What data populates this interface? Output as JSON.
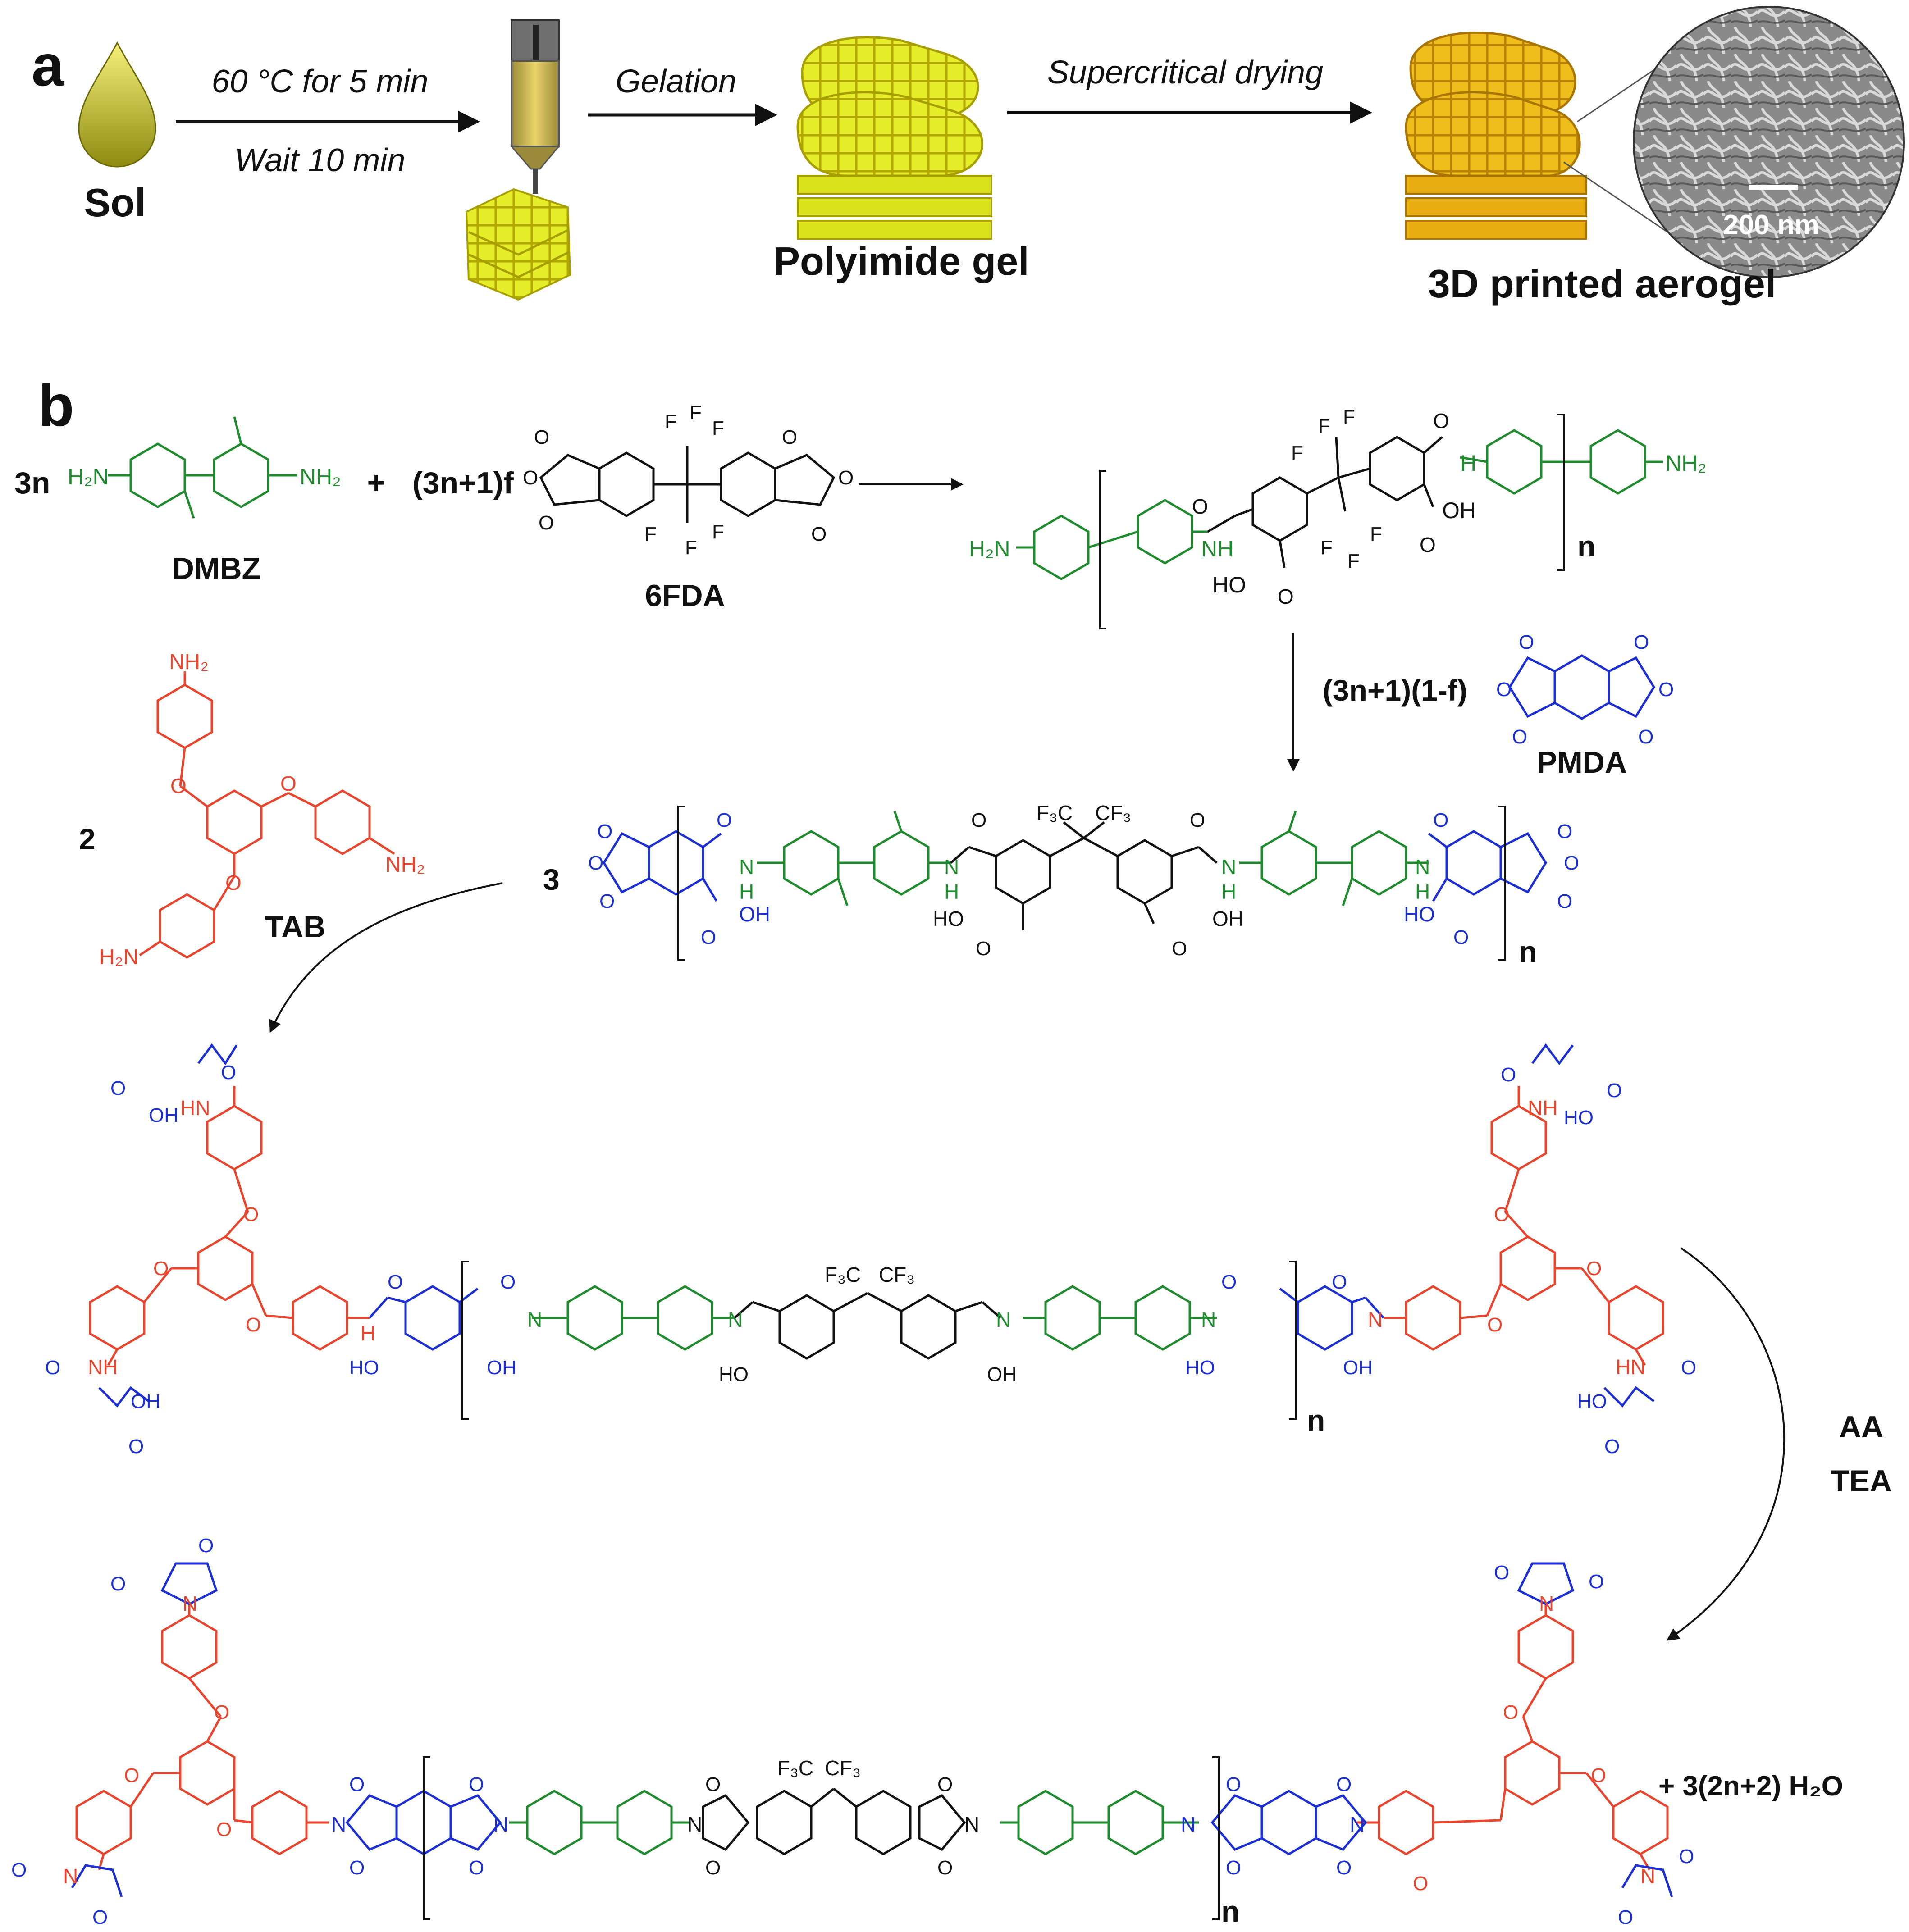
{
  "colors": {
    "green": "#1f8a2e",
    "blue": "#1c2fd0",
    "red": "#e8452e",
    "black": "#111111",
    "gold": "#e6b400",
    "yellow": "#e6ee2a",
    "sem_gray": "#777777"
  },
  "panel_a": {
    "label": "a",
    "sol_label": "Sol",
    "step1_top": "60 °C for 5 min",
    "step1_bottom": "Wait 10 min",
    "step2": "Gelation",
    "gel_label": "Polyimide gel",
    "step3": "Supercritical drying",
    "aerogel_label": "3D printed aerogel",
    "scale_bar": "200 nm"
  },
  "panel_b": {
    "label": "b",
    "coef_dmbz": "3n",
    "dmbz": "DMBZ",
    "plus": "+",
    "coef_6fda": "(3n+1)f",
    "sixfda": "6FDA",
    "coef_pmda": "(3n+1)(1-f)",
    "pmda": "PMDA",
    "coef_tab": "2",
    "tab": "TAB",
    "coef_oligomer": "3",
    "repeat_n": "n",
    "reagent_1": "AA",
    "reagent_2": "TEA",
    "byproduct": "+ 3(2n+2) H₂O",
    "atoms": {
      "o": "O",
      "f": "F",
      "nh": "NH",
      "hn": "HN",
      "h": "H",
      "n_atom": "N",
      "oh": "OH",
      "ho": "HO",
      "nh2": "NH₂",
      "h2n": "H₂N",
      "f3c": "F₃C",
      "cf3": "CF₃"
    }
  }
}
